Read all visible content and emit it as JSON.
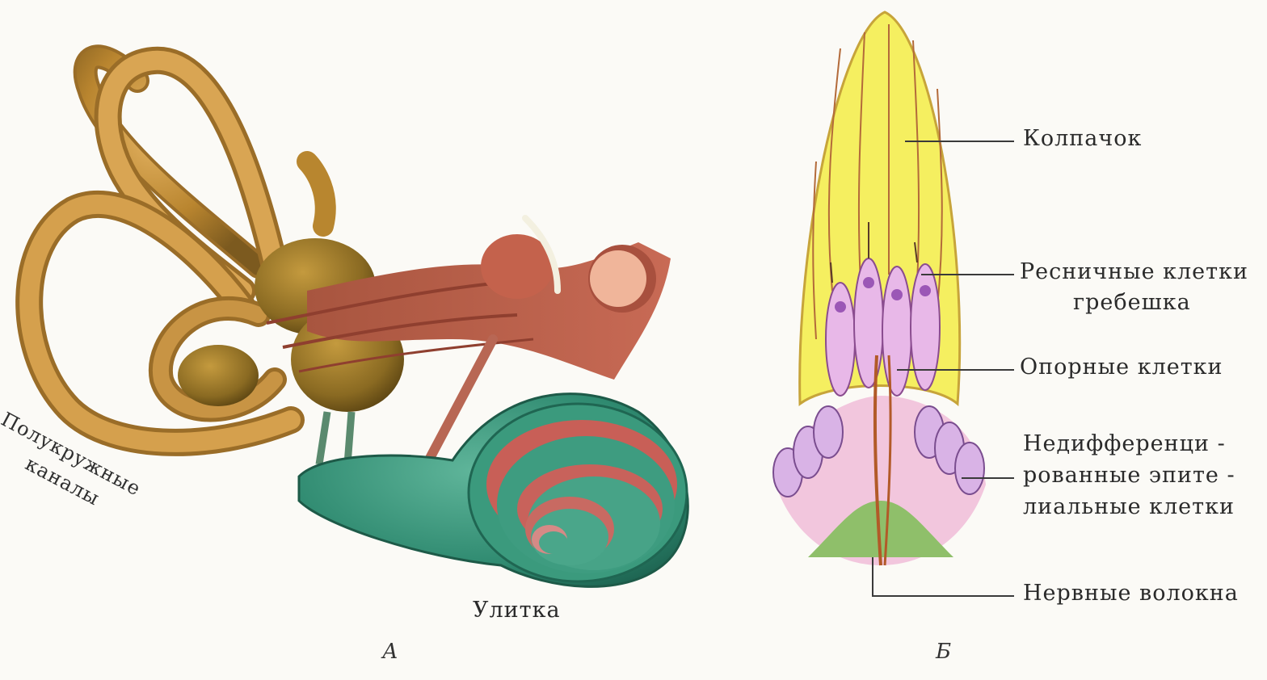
{
  "panel_a": {
    "label_canals_line1": "Полукружные",
    "label_canals_line2": "каналы",
    "label_cochlea": "Улитка",
    "caption": "А"
  },
  "panel_b": {
    "label_cupula": "Колпачок",
    "label_hair_cells_line1": "Ресничные клетки",
    "label_hair_cells_line2": "гребешка",
    "label_support_cells": "Опорные клетки",
    "label_undiff_line1": "Недифференци -",
    "label_undiff_line2": "рованные эпите -",
    "label_undiff_line3": "лиальные клетки",
    "label_nerve": "Нервные волокна",
    "caption": "Б"
  }
}
